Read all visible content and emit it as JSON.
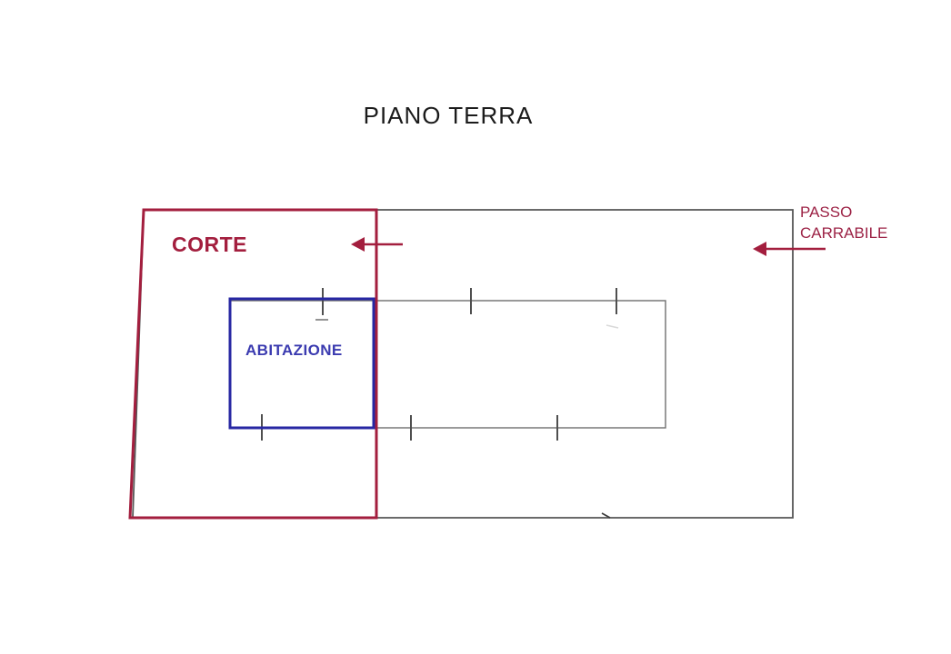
{
  "title": {
    "text": "PIANO TERRA"
  },
  "labels": {
    "corte": "CORTE",
    "abitazione": "ABITAZIONE",
    "passo_carrabile": "PASSO CARRABILE"
  },
  "colors": {
    "crimson": "#a31e3e",
    "crimson_text": "#9c2245",
    "blue_outline": "#2727a3",
    "blue_text": "#3b3bb0",
    "outer_gray": "#565656",
    "inner_gray": "#6e6e6e",
    "tick_gray": "#4f4f4f",
    "title_color": "#1b1b1b"
  },
  "drawing": {
    "description": "Ground-floor cadastral sketch: outer parcel boundary (gray), courtyard CORTE outline (crimson, slanted left edge), dwelling ABITAZIONE outline (blue) overlapping the inner building rectangle (gray) with measurement ticks; two crimson arrows point left, one at the CORTE edge and one crossing the right parcel edge next to the PASSO CARRABILE label."
  }
}
